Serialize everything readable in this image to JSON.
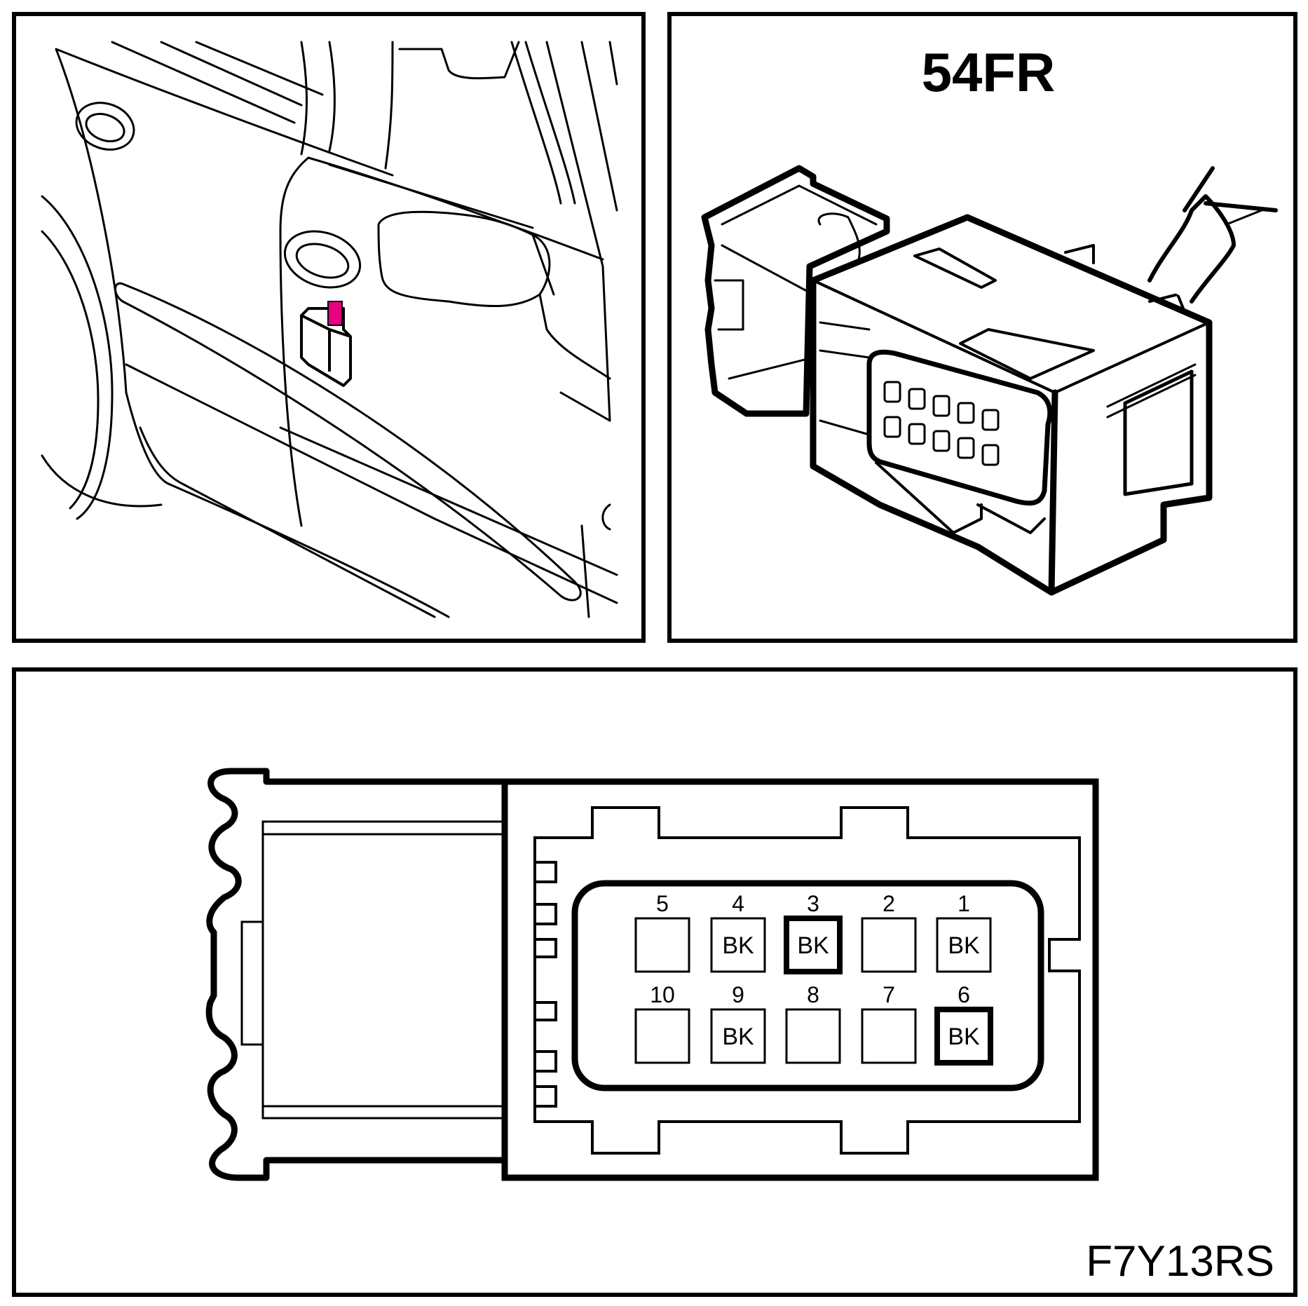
{
  "connector_id": "54FR",
  "drawing_code": "F7Y13RS",
  "highlight_color": "#e6007e",
  "pins": [
    {
      "num": "1",
      "wire": "BK",
      "bold": false
    },
    {
      "num": "2",
      "wire": "",
      "bold": false
    },
    {
      "num": "3",
      "wire": "BK",
      "bold": true
    },
    {
      "num": "4",
      "wire": "BK",
      "bold": false
    },
    {
      "num": "5",
      "wire": "",
      "bold": false
    },
    {
      "num": "6",
      "wire": "BK",
      "bold": true
    },
    {
      "num": "7",
      "wire": "",
      "bold": false
    },
    {
      "num": "8",
      "wire": "",
      "bold": false
    },
    {
      "num": "9",
      "wire": "BK",
      "bold": false
    },
    {
      "num": "10",
      "wire": "",
      "bold": false
    }
  ]
}
